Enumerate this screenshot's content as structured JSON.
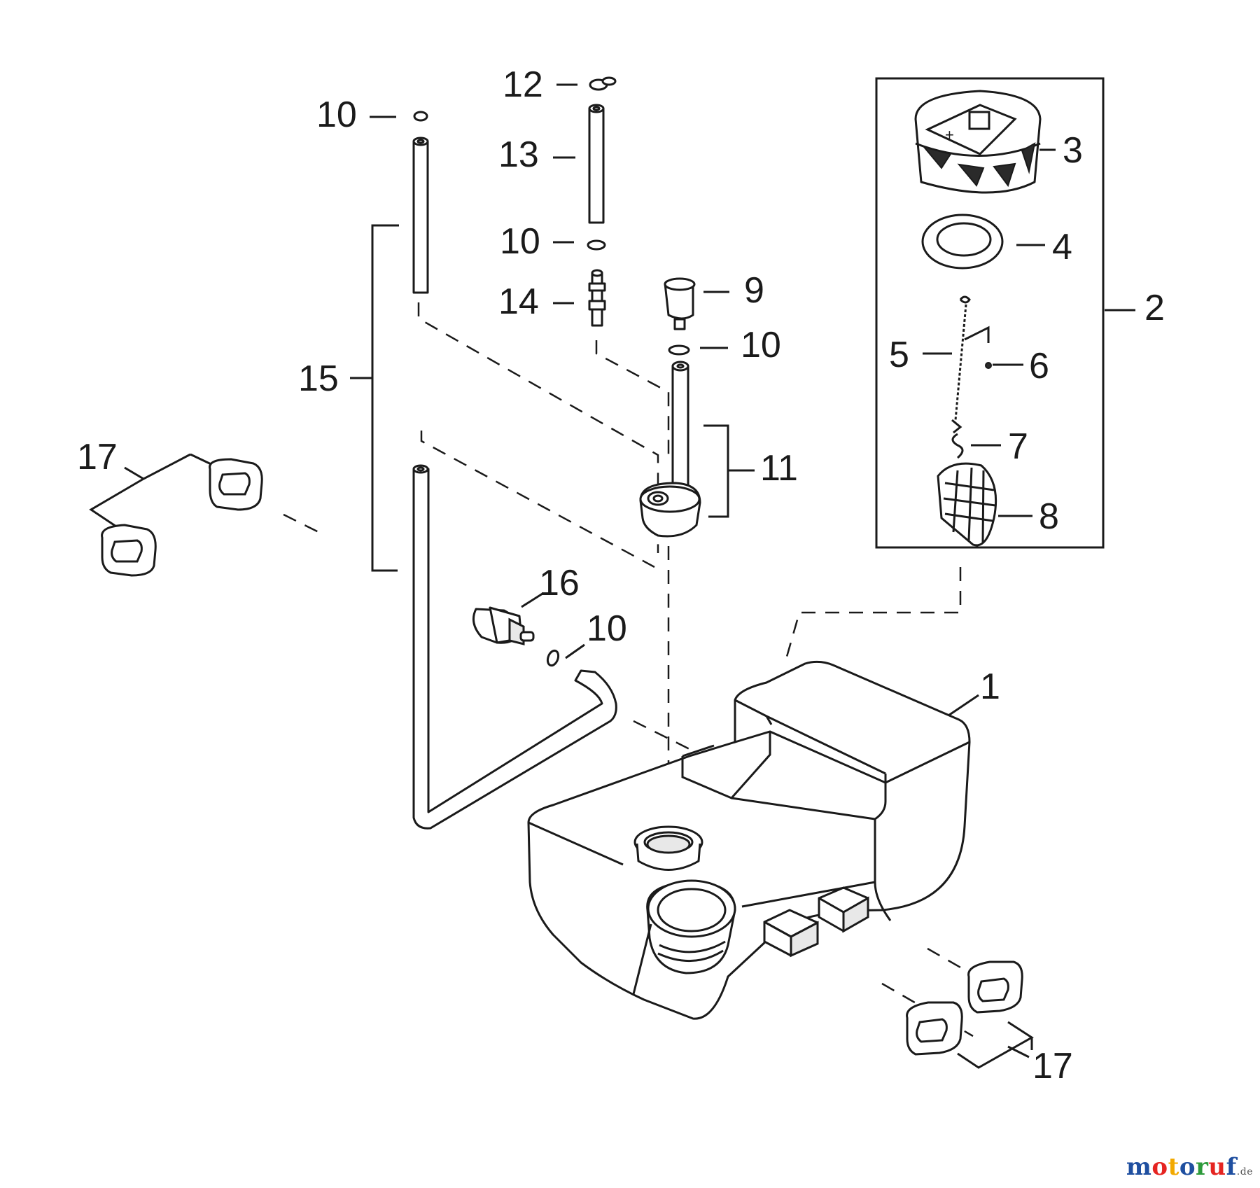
{
  "labels": {
    "l1": "1",
    "l2": "2",
    "l3": "3",
    "l4": "4",
    "l5": "5",
    "l6": "6",
    "l7": "7",
    "l8": "8",
    "l9": "9",
    "l10a": "10",
    "l10b": "10",
    "l10c": "10",
    "l10d": "10",
    "l11": "11",
    "l12": "12",
    "l13": "13",
    "l14": "14",
    "l15": "15",
    "l16": "16",
    "l17a": "17",
    "l17b": "17"
  },
  "watermark": {
    "text_main": "motoruf",
    "text_tld": ".de",
    "colors": [
      "#1f4fa0",
      "#e52421",
      "#f2a900",
      "#1f4fa0",
      "#2d9a3b",
      "#e52421",
      "#1f4fa0"
    ]
  }
}
